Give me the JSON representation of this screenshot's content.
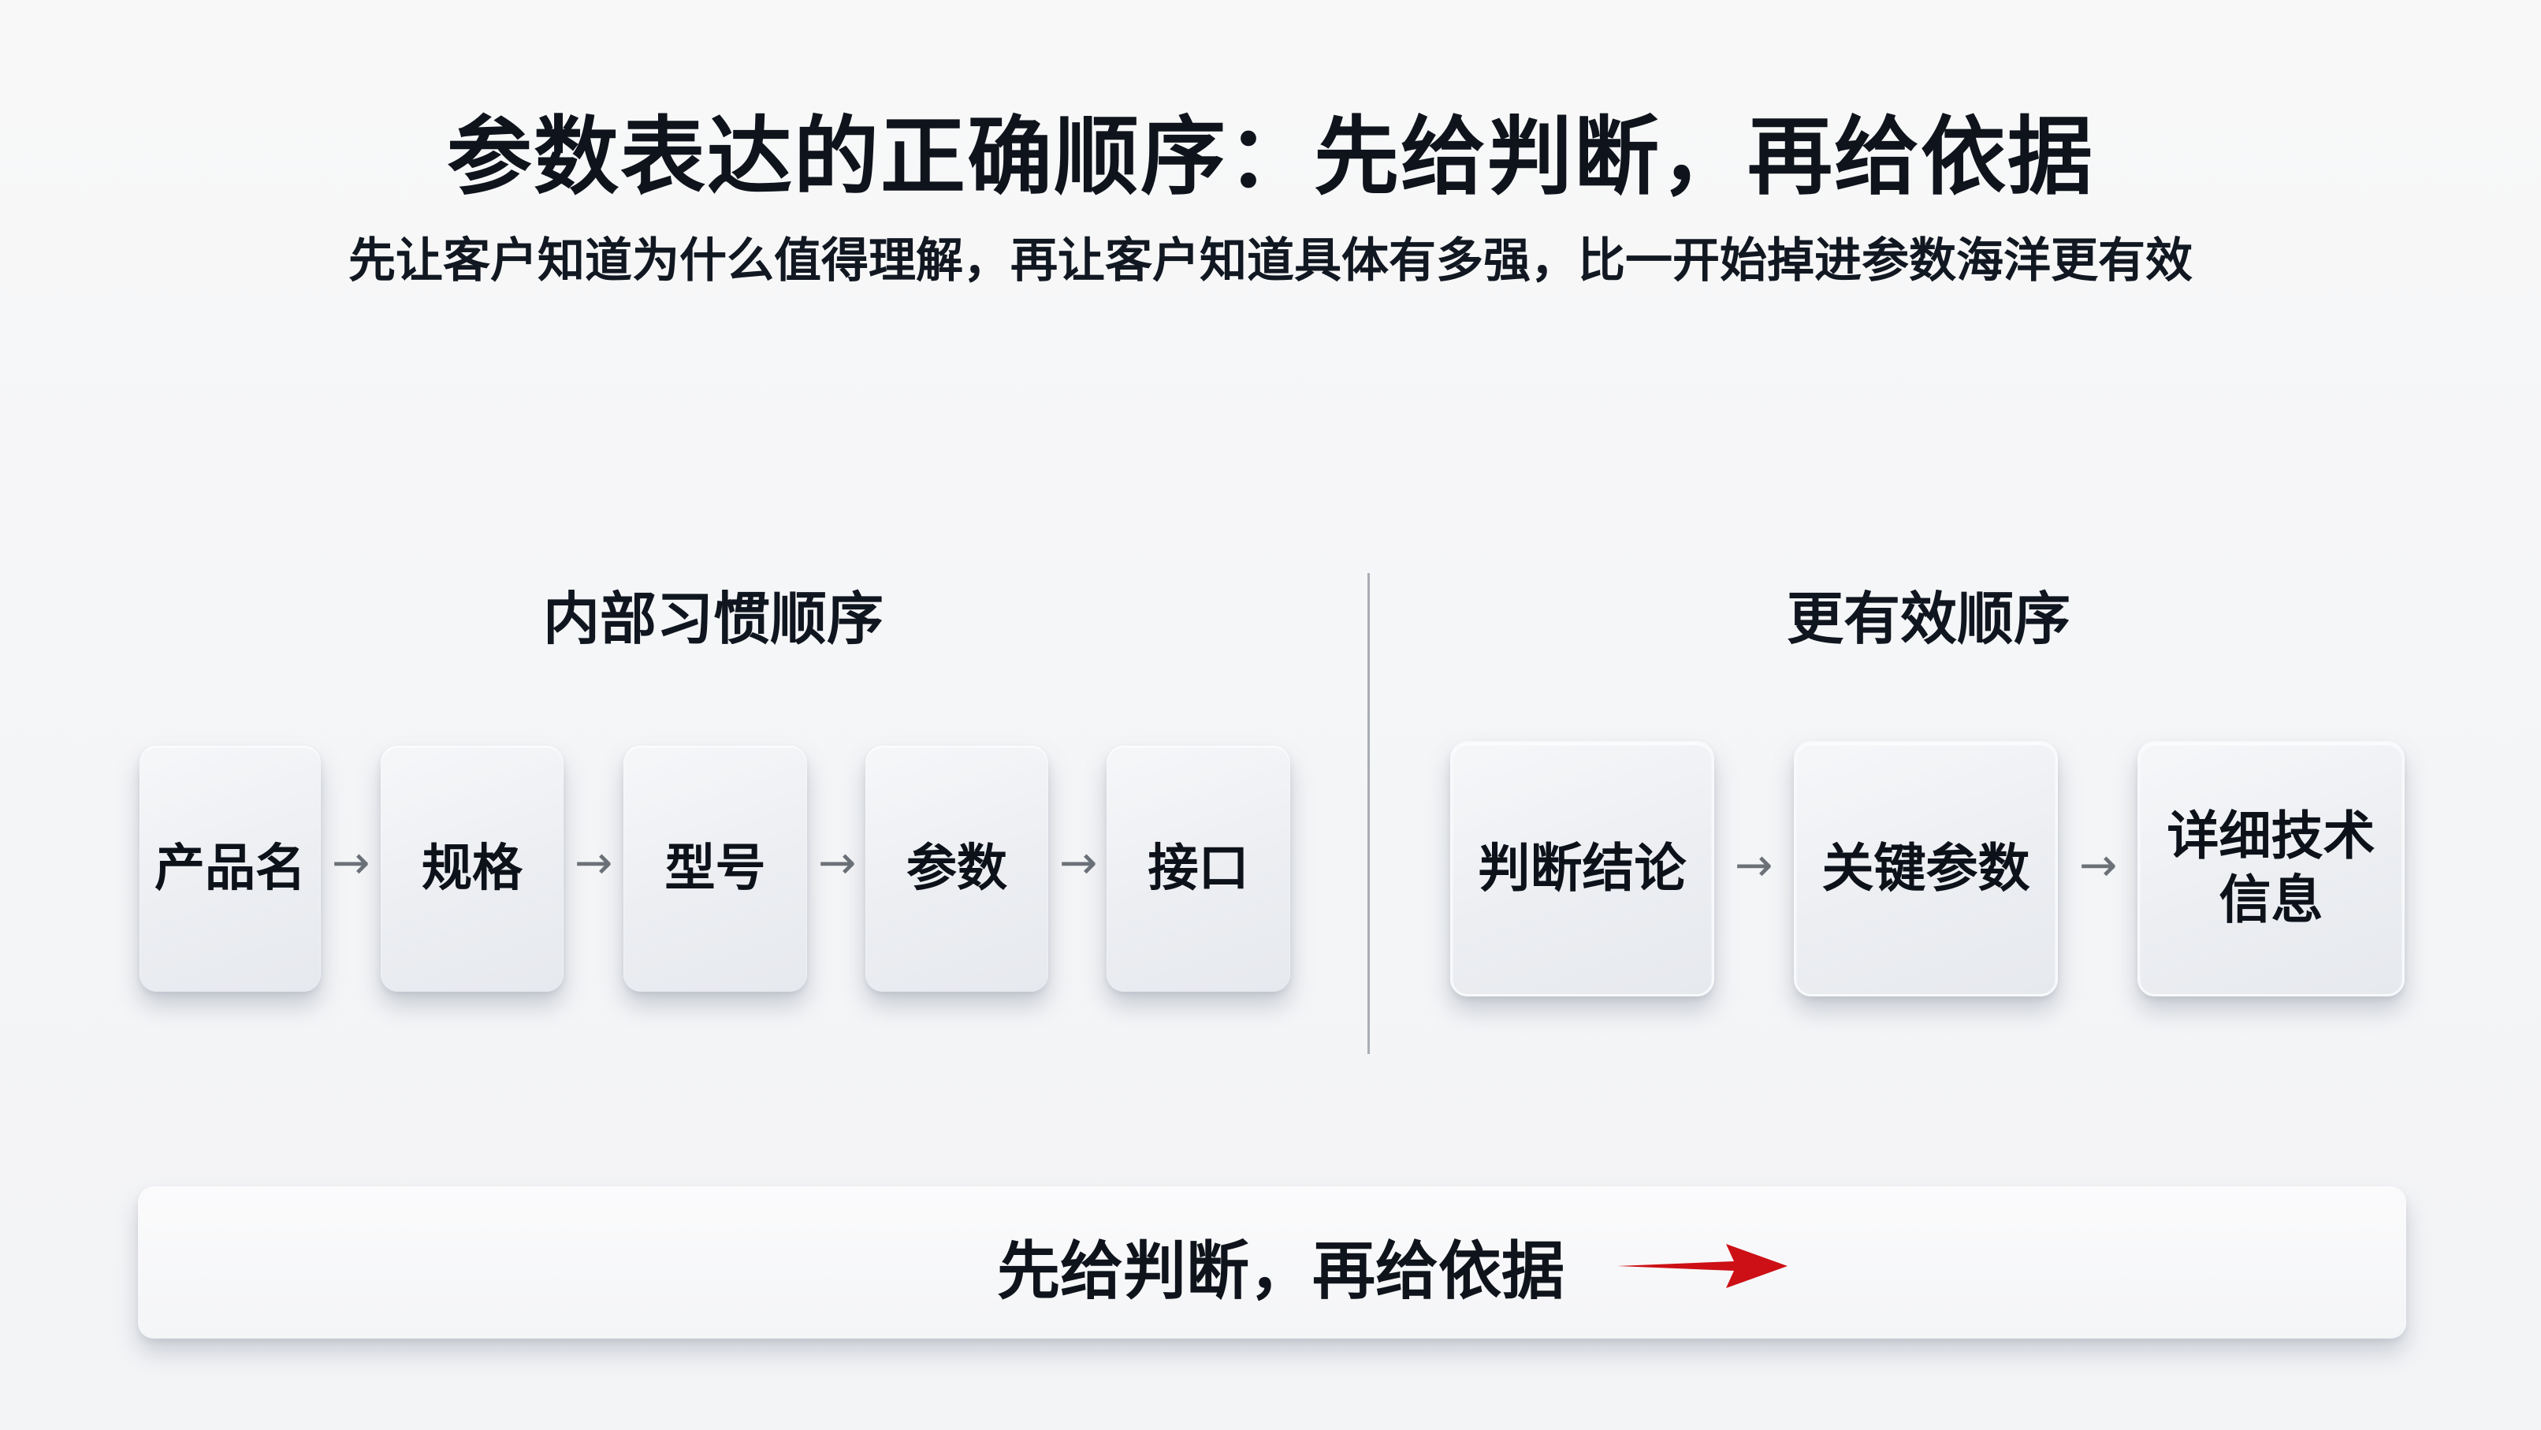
{
  "header": {
    "title": "参数表达的正确顺序：先给判断，再给依据",
    "subtitle": "先让客户知道为什么值得理解，再让客户知道具体有多强，比一开始掉进参数海洋更有效"
  },
  "left_section": {
    "heading": "内部习惯顺序",
    "steps": [
      {
        "label": "产品名"
      },
      {
        "label": "规格"
      },
      {
        "label": "型号"
      },
      {
        "label": "参数"
      },
      {
        "label": "接口"
      }
    ],
    "connector": "→"
  },
  "right_section": {
    "heading": "更有效顺序",
    "steps": [
      {
        "label": "判断结论"
      },
      {
        "label": "关键参数"
      },
      {
        "label": "详细技术\n信息",
        "line1": "详细技术",
        "line2": "信息"
      }
    ],
    "connector": "→"
  },
  "footer": {
    "text": "先给判断，再给依据",
    "arrow_icon": "red-right-arrow",
    "arrow_color": "#cc1016"
  },
  "colors": {
    "background": "#f6f7f8",
    "text": "#0f141c",
    "divider": "#a8adb4",
    "accent": "#cc1016"
  }
}
